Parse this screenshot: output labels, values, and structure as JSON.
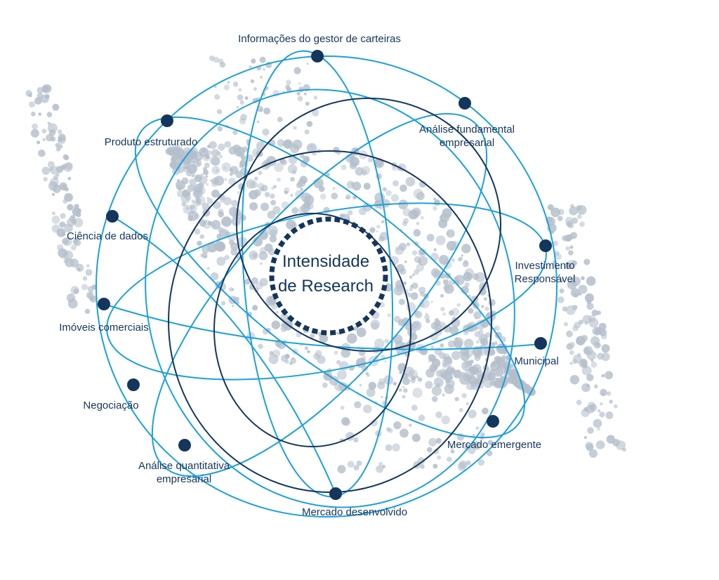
{
  "center": {
    "line1": "Intensidade",
    "line2": "de Research"
  },
  "nodes": [
    {
      "id": "informacoes-gestor",
      "label_lines": [
        "Informações do gestor de carteiras"
      ]
    },
    {
      "id": "analise-fundamental",
      "label_lines": [
        "Análise fundamental",
        "empresarial"
      ]
    },
    {
      "id": "produto-estruturado",
      "label_lines": [
        "Produto estruturado"
      ]
    },
    {
      "id": "ciencia-de-dados",
      "label_lines": [
        "Ciência de dados"
      ]
    },
    {
      "id": "investimento-responsavel",
      "label_lines": [
        "Investimento",
        "Responsável"
      ]
    },
    {
      "id": "imoveis-comerciais",
      "label_lines": [
        "Imóveis comerciais"
      ]
    },
    {
      "id": "municipal",
      "label_lines": [
        "Municipal"
      ]
    },
    {
      "id": "negociacao",
      "label_lines": [
        "Negociação"
      ]
    },
    {
      "id": "mercado-emergente",
      "label_lines": [
        "Mercado emergente"
      ]
    },
    {
      "id": "analise-quantitativa",
      "label_lines": [
        "Análise quantitativa",
        "empresarial"
      ]
    },
    {
      "id": "mercado-desenvolvido",
      "label_lines": [
        "Mercado desenvolvido"
      ]
    }
  ],
  "colors": {
    "light_blue": "#1ca0dc",
    "dark_blue": "#14365d",
    "dot_gray": "#b4bfcb",
    "node_fill": "#14365d"
  }
}
